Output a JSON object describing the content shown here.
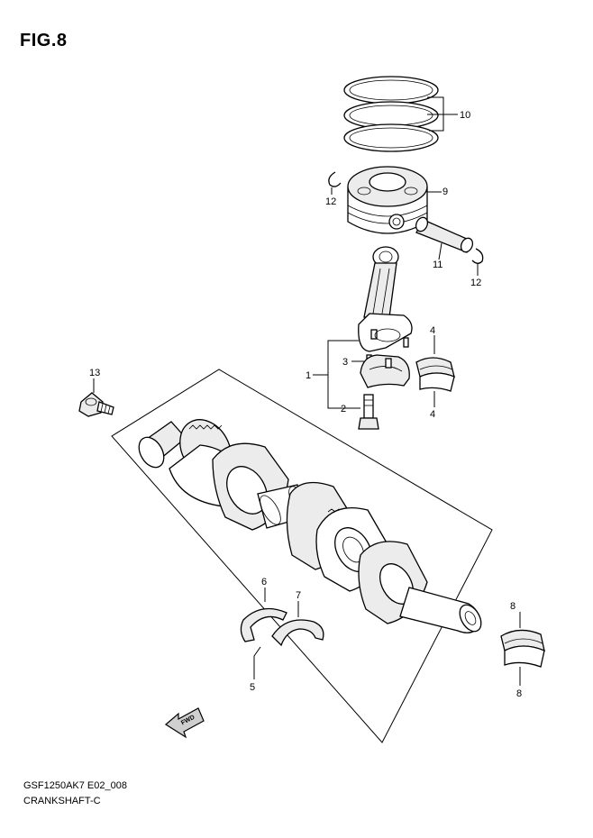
{
  "figure": {
    "title": "FIG.8",
    "code": "GSF1250AK7 E02_008",
    "name": "CRANKSHAFT-C",
    "fwd_label": "FWD"
  },
  "callouts": [
    {
      "id": "callout-1",
      "label": "1"
    },
    {
      "id": "callout-2",
      "label": "2"
    },
    {
      "id": "callout-3",
      "label": "3"
    },
    {
      "id": "callout-4-top",
      "label": "4"
    },
    {
      "id": "callout-4-bottom",
      "label": "4"
    },
    {
      "id": "callout-5",
      "label": "5"
    },
    {
      "id": "callout-6",
      "label": "6"
    },
    {
      "id": "callout-7",
      "label": "7"
    },
    {
      "id": "callout-8-top",
      "label": "8"
    },
    {
      "id": "callout-8-bottom",
      "label": "8"
    },
    {
      "id": "callout-9",
      "label": "9"
    },
    {
      "id": "callout-10",
      "label": "10"
    },
    {
      "id": "callout-11",
      "label": "11"
    },
    {
      "id": "callout-12-left",
      "label": "12"
    },
    {
      "id": "callout-12-right",
      "label": "12"
    },
    {
      "id": "callout-13",
      "label": "13"
    }
  ]
}
